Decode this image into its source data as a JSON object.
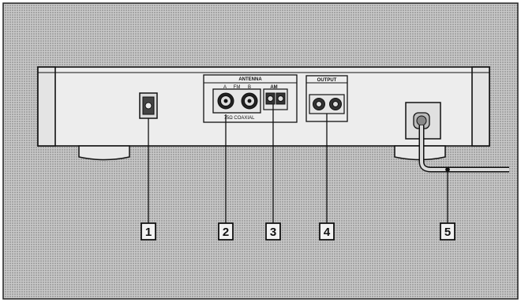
{
  "panel": {
    "antenna_label": "ANTENNA",
    "fm_a_label": "A",
    "fm_label": "FM",
    "fm_b_label": "B",
    "am_label": "AM",
    "coaxial_label": "75Ω COAXIAL",
    "output_label": "OUTPUT"
  },
  "callouts": [
    "1",
    "2",
    "3",
    "4",
    "5"
  ],
  "colors": {
    "background": "#b8b8b8",
    "chassis": "#eeeeee",
    "outline": "#111111"
  }
}
